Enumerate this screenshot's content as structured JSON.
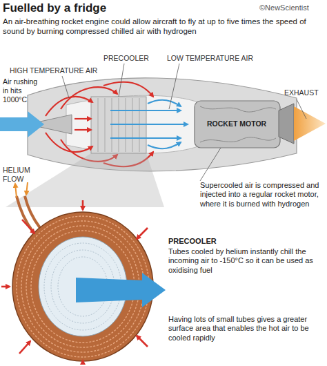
{
  "diagram": {
    "title": "Fuelled by a fridge",
    "labels": [
      "©NewScientist",
      "An air-breathing rocket engine could allow aircraft to fly at up to five times the speed of sound by burning compressed chilled air with hydrogen",
      "HIGH TEMPERATURE AIR",
      "PRECOOLER",
      "LOW TEMPERATURE AIR",
      "EXHAUST",
      "Air rushing in hits 1000°C",
      "ROCKET MOTOR",
      "HELIUM FLOW",
      "Supercooled air is compressed and injected into a regular rocket motor, where it is burned with hydrogen",
      "PRECOOLER",
      "Tubes cooled by helium instantly chill the incoming air to -150°C so it can be used as oxidising fuel",
      "Having lots of small tubes gives a greater surface area that enables the hot air to be cooled rapidly"
    ]
  }
}
